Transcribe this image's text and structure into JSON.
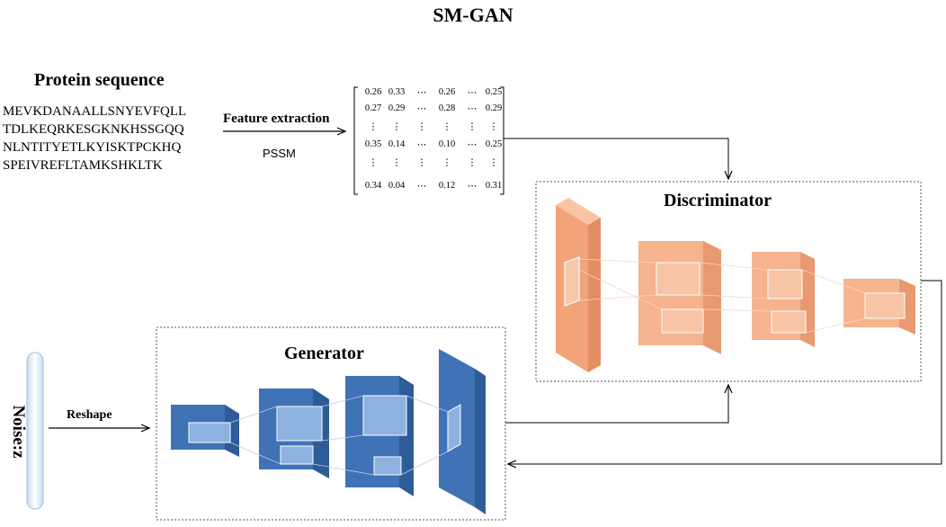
{
  "title": "SM-GAN",
  "protein": {
    "heading": "Protein sequence",
    "lines": [
      "MEVKDANAALLSNYEVFQLL",
      "TDLKEQRKESGKNKHSSGQQ",
      "NLNTITYETLKYISKTPCKHQ",
      "SPEIVREFLTAMKSHKLTK"
    ]
  },
  "feature_extraction": {
    "label": "Feature extraction",
    "method": "PSSM"
  },
  "matrix": {
    "rows": [
      [
        "0.26",
        "0.33",
        "⋯",
        "0.26",
        "⋯",
        "0.25"
      ],
      [
        "0.27",
        "0.29",
        "⋯",
        "0.28",
        "⋯",
        "0.29"
      ],
      [
        "⋮",
        "⋮",
        "⋮",
        "⋮",
        "⋮",
        "⋮"
      ],
      [
        "0.35",
        "0.14",
        "⋯",
        "0.10",
        "⋯",
        "0.25"
      ],
      [
        "⋮",
        "⋮",
        "⋮",
        "⋮",
        "⋮",
        "⋮"
      ],
      [
        "0.34",
        "0.04",
        "⋯",
        "0.12",
        "⋯",
        "0.31"
      ]
    ]
  },
  "discriminator": {
    "label": "Discriminator",
    "color": "#f2a77c"
  },
  "generator": {
    "label": "Generator",
    "color": "#3f73b6"
  },
  "noise": {
    "label": "Noise:z"
  },
  "reshape": {
    "label": "Reshape"
  }
}
